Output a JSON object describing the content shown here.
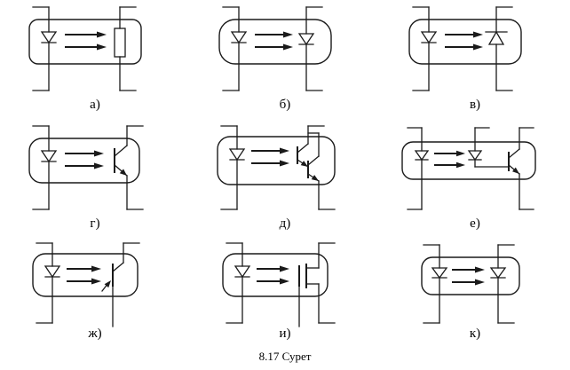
{
  "figure": {
    "caption": "8.17 Сурет",
    "cells": [
      {
        "label": "а)",
        "icon": "resistor-output-optocoupler"
      },
      {
        "label": "б)",
        "icon": "photodiode-output-optocoupler"
      },
      {
        "label": "в)",
        "icon": "photovoltaic-diode-output-optocoupler"
      },
      {
        "label": "г)",
        "icon": "phototransistor-output-optocoupler"
      },
      {
        "label": "д)",
        "icon": "darlington-phototransistor-output-optocoupler"
      },
      {
        "label": "е)",
        "icon": "diode-transistor-output-optocoupler"
      },
      {
        "label": "ж)",
        "icon": "photothyristor-output-optocoupler"
      },
      {
        "label": "и)",
        "icon": "photo-fet-output-optocoupler"
      },
      {
        "label": "к)",
        "icon": "diode-diode-optocoupler"
      }
    ]
  }
}
